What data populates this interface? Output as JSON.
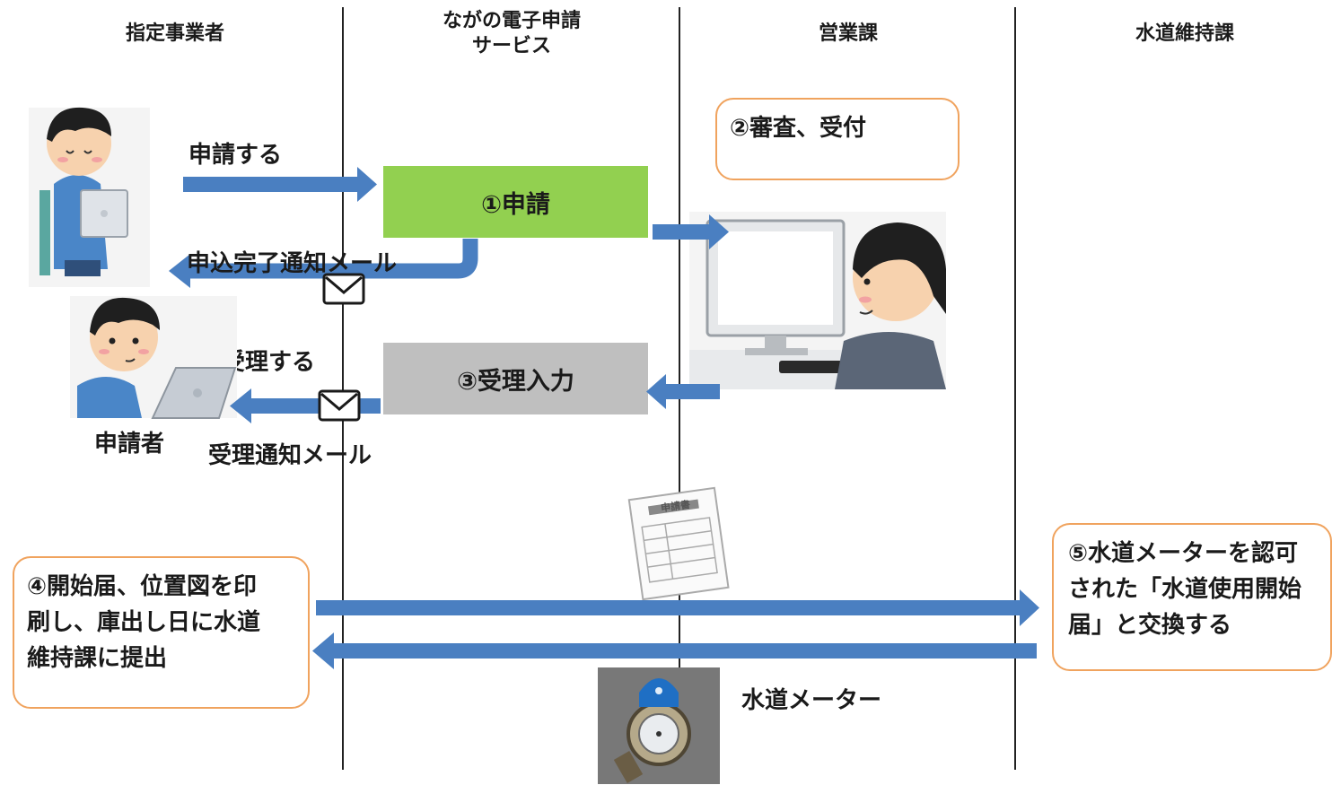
{
  "lanes": {
    "designated_business": "指定事業者",
    "nagano_e_app_line1": "ながの電子申請",
    "nagano_e_app_line2": "サービス",
    "sales_section": "営業課",
    "water_maintenance": "水道維持課"
  },
  "steps": {
    "s1_apply": "①申請",
    "s2_review": "②審査、受付",
    "s3_accept_input": "③受理入力",
    "s4_line1": "④開始届、位置図を印",
    "s4_line2": "刷し、庫出し日に水道",
    "s4_line3": "維持課に提出",
    "s5_line1": "⑤水道メーターを認可",
    "s5_line2": "された「水道使用開始",
    "s5_line3": "届」と交換する"
  },
  "labels": {
    "apply": "申請する",
    "completion_mail": "申込完了通知メール",
    "accept": "受理する",
    "accept_mail": "受理通知メール",
    "applicant": "申請者",
    "water_meter": "水道メーター",
    "form_title": "申請書"
  },
  "colors": {
    "arrow": "#4a7fc1",
    "step1_fill": "#92d050",
    "step3_fill": "#bfbfbf",
    "callout_border": "#f0a35e"
  },
  "icons": [
    "person-tablet-icon",
    "person-laptop-icon",
    "office-worker-computer-icon",
    "mail-envelope-icon",
    "application-form-icon",
    "water-meter-icon"
  ]
}
